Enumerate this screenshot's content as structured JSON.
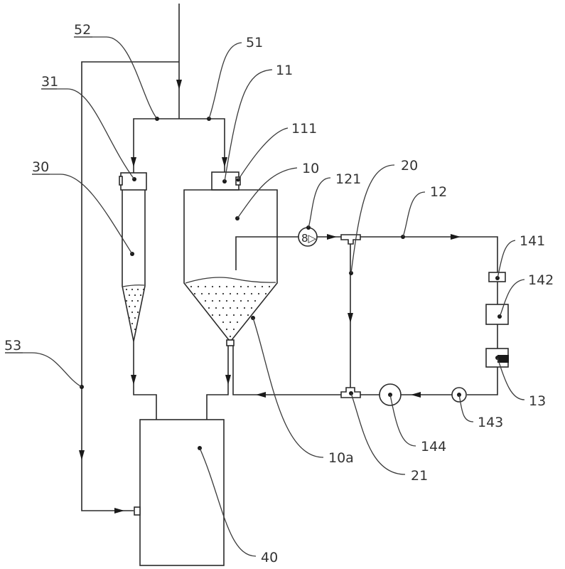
{
  "figure": {
    "type": "process-flow schematic (patent drawing)",
    "colors": {
      "line": "#2a2a2a",
      "label": "#333333",
      "background": "#ffffff"
    }
  },
  "labels": {
    "l52": "52",
    "l51": "51",
    "l11": "11",
    "l31": "31",
    "l111": "111",
    "l30": "30",
    "l10": "10",
    "l121": "121",
    "l20": "20",
    "l12": "12",
    "l141": "141",
    "l142": "142",
    "l53": "53",
    "l13": "13",
    "l143": "143",
    "l144": "144",
    "l10a": "10a",
    "l21": "21",
    "l40": "40"
  },
  "components": [
    {
      "ref": "10",
      "kind": "conical tank (vessel)"
    },
    {
      "ref": "10a",
      "kind": "settled particulate bed"
    },
    {
      "ref": "11",
      "kind": "tank inlet fitting"
    },
    {
      "ref": "111",
      "kind": "side sensor on fitting"
    },
    {
      "ref": "12",
      "kind": "circulation line"
    },
    {
      "ref": "121",
      "kind": "pump"
    },
    {
      "ref": "13",
      "kind": "heater unit"
    },
    {
      "ref": "141",
      "kind": "valve"
    },
    {
      "ref": "142",
      "kind": "filter"
    },
    {
      "ref": "143",
      "kind": "flow meter"
    },
    {
      "ref": "144",
      "kind": "gauge"
    },
    {
      "ref": "20",
      "kind": "bypass line"
    },
    {
      "ref": "21",
      "kind": "tee junction"
    },
    {
      "ref": "30",
      "kind": "column separator"
    },
    {
      "ref": "31",
      "kind": "column inlet fitting"
    },
    {
      "ref": "40",
      "kind": "collection tank"
    },
    {
      "ref": "51",
      "kind": "feed branch to tank"
    },
    {
      "ref": "52",
      "kind": "feed branch to column"
    },
    {
      "ref": "53",
      "kind": "bypass feed line"
    }
  ],
  "pump_glyph": "8▷"
}
